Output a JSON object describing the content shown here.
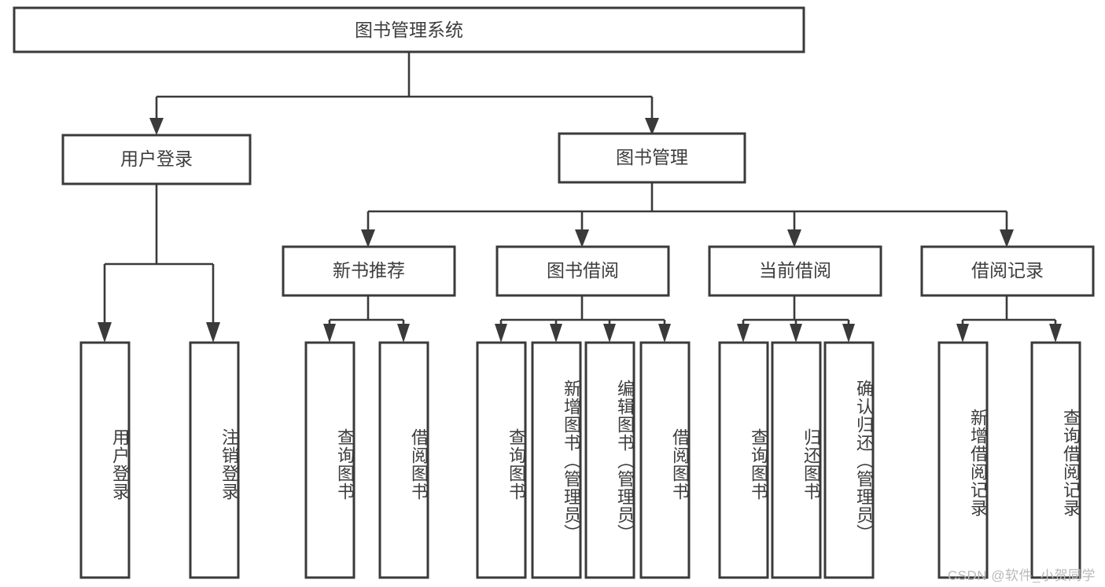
{
  "diagram": {
    "type": "tree-hierarchy",
    "title": "图书管理系统",
    "orientation": "top-down",
    "colors": {
      "box_border": "#3a3a3a",
      "box_fill": "#ffffff",
      "text": "#3d3d3d",
      "edge": "#3a3a3a",
      "background": "#ffffff",
      "watermark": "#b9b9b9"
    },
    "root": {
      "label": "图书管理系统",
      "orientation": "horizontal"
    },
    "level1": [
      {
        "label": "用户登录",
        "orientation": "horizontal"
      },
      {
        "label": "图书管理",
        "orientation": "horizontal"
      }
    ],
    "level2": [
      {
        "label": "新书推荐",
        "orientation": "horizontal",
        "parent": "图书管理"
      },
      {
        "label": "图书借阅",
        "orientation": "horizontal",
        "parent": "图书管理"
      },
      {
        "label": "当前借阅",
        "orientation": "horizontal",
        "parent": "图书管理"
      },
      {
        "label": "借阅记录",
        "orientation": "horizontal",
        "parent": "图书管理"
      }
    ],
    "leaves": {
      "用户登录": [
        {
          "label": "用户登录",
          "orientation": "vertical"
        },
        {
          "label": "注销登录",
          "orientation": "vertical"
        }
      ],
      "新书推荐": [
        {
          "label": "查询图书",
          "orientation": "vertical"
        },
        {
          "label": "借阅图书",
          "orientation": "vertical"
        }
      ],
      "图书借阅": [
        {
          "label": "查询图书",
          "orientation": "vertical"
        },
        {
          "label": "新增图书（管理员）",
          "orientation": "vertical"
        },
        {
          "label": "编辑图书（管理员）",
          "orientation": "vertical"
        },
        {
          "label": "借阅图书",
          "orientation": "vertical"
        }
      ],
      "当前借阅": [
        {
          "label": "查询图书",
          "orientation": "vertical"
        },
        {
          "label": "归还图书",
          "orientation": "vertical"
        },
        {
          "label": "确认归还（管理员）",
          "orientation": "vertical"
        }
      ],
      "借阅记录": [
        {
          "label": "新增借阅记录",
          "orientation": "vertical"
        },
        {
          "label": "查询借阅记录",
          "orientation": "vertical"
        }
      ]
    }
  },
  "watermark": {
    "text": "CSDN @软件_小贺同学"
  }
}
